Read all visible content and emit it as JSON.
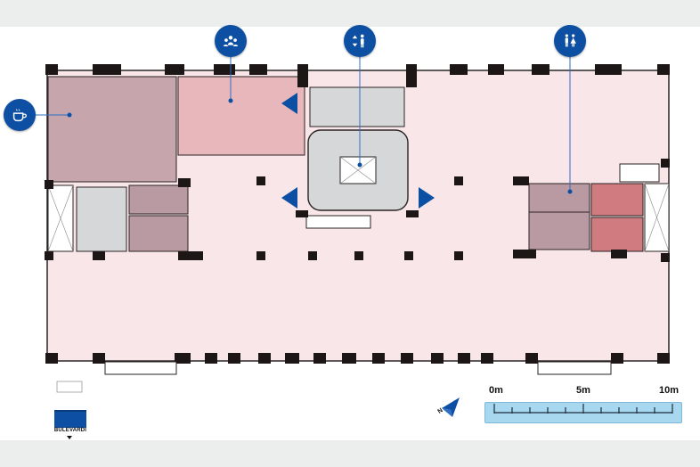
{
  "floor_plan": {
    "markers": [
      {
        "id": "cafe",
        "icon": "coffee-cup-icon",
        "room": "cafe-area"
      },
      {
        "id": "meeting",
        "icon": "people-group-icon",
        "room": "meeting-room"
      },
      {
        "id": "elevator",
        "icon": "elevator-icon",
        "room": "elevator-core"
      },
      {
        "id": "restrooms",
        "icon": "restroom-icon",
        "room": "restroom-block"
      }
    ],
    "colors": {
      "open_space": "#f8e6e8",
      "meeting_room": "#e7b7bb",
      "cafe": "#c6a5ad",
      "service": "#b99aa3",
      "core": "#d5d7d8",
      "restroom": "#d07b7f",
      "walls": "#1d1616",
      "marker": "#0d4fa2"
    }
  },
  "scale_bar": {
    "label_start": "0m",
    "label_mid": "5m",
    "label_end": "10m"
  },
  "entrance": {
    "label": "BULEVARDI"
  },
  "compass": {
    "icon": "north-arrow-icon",
    "letter": "N"
  }
}
